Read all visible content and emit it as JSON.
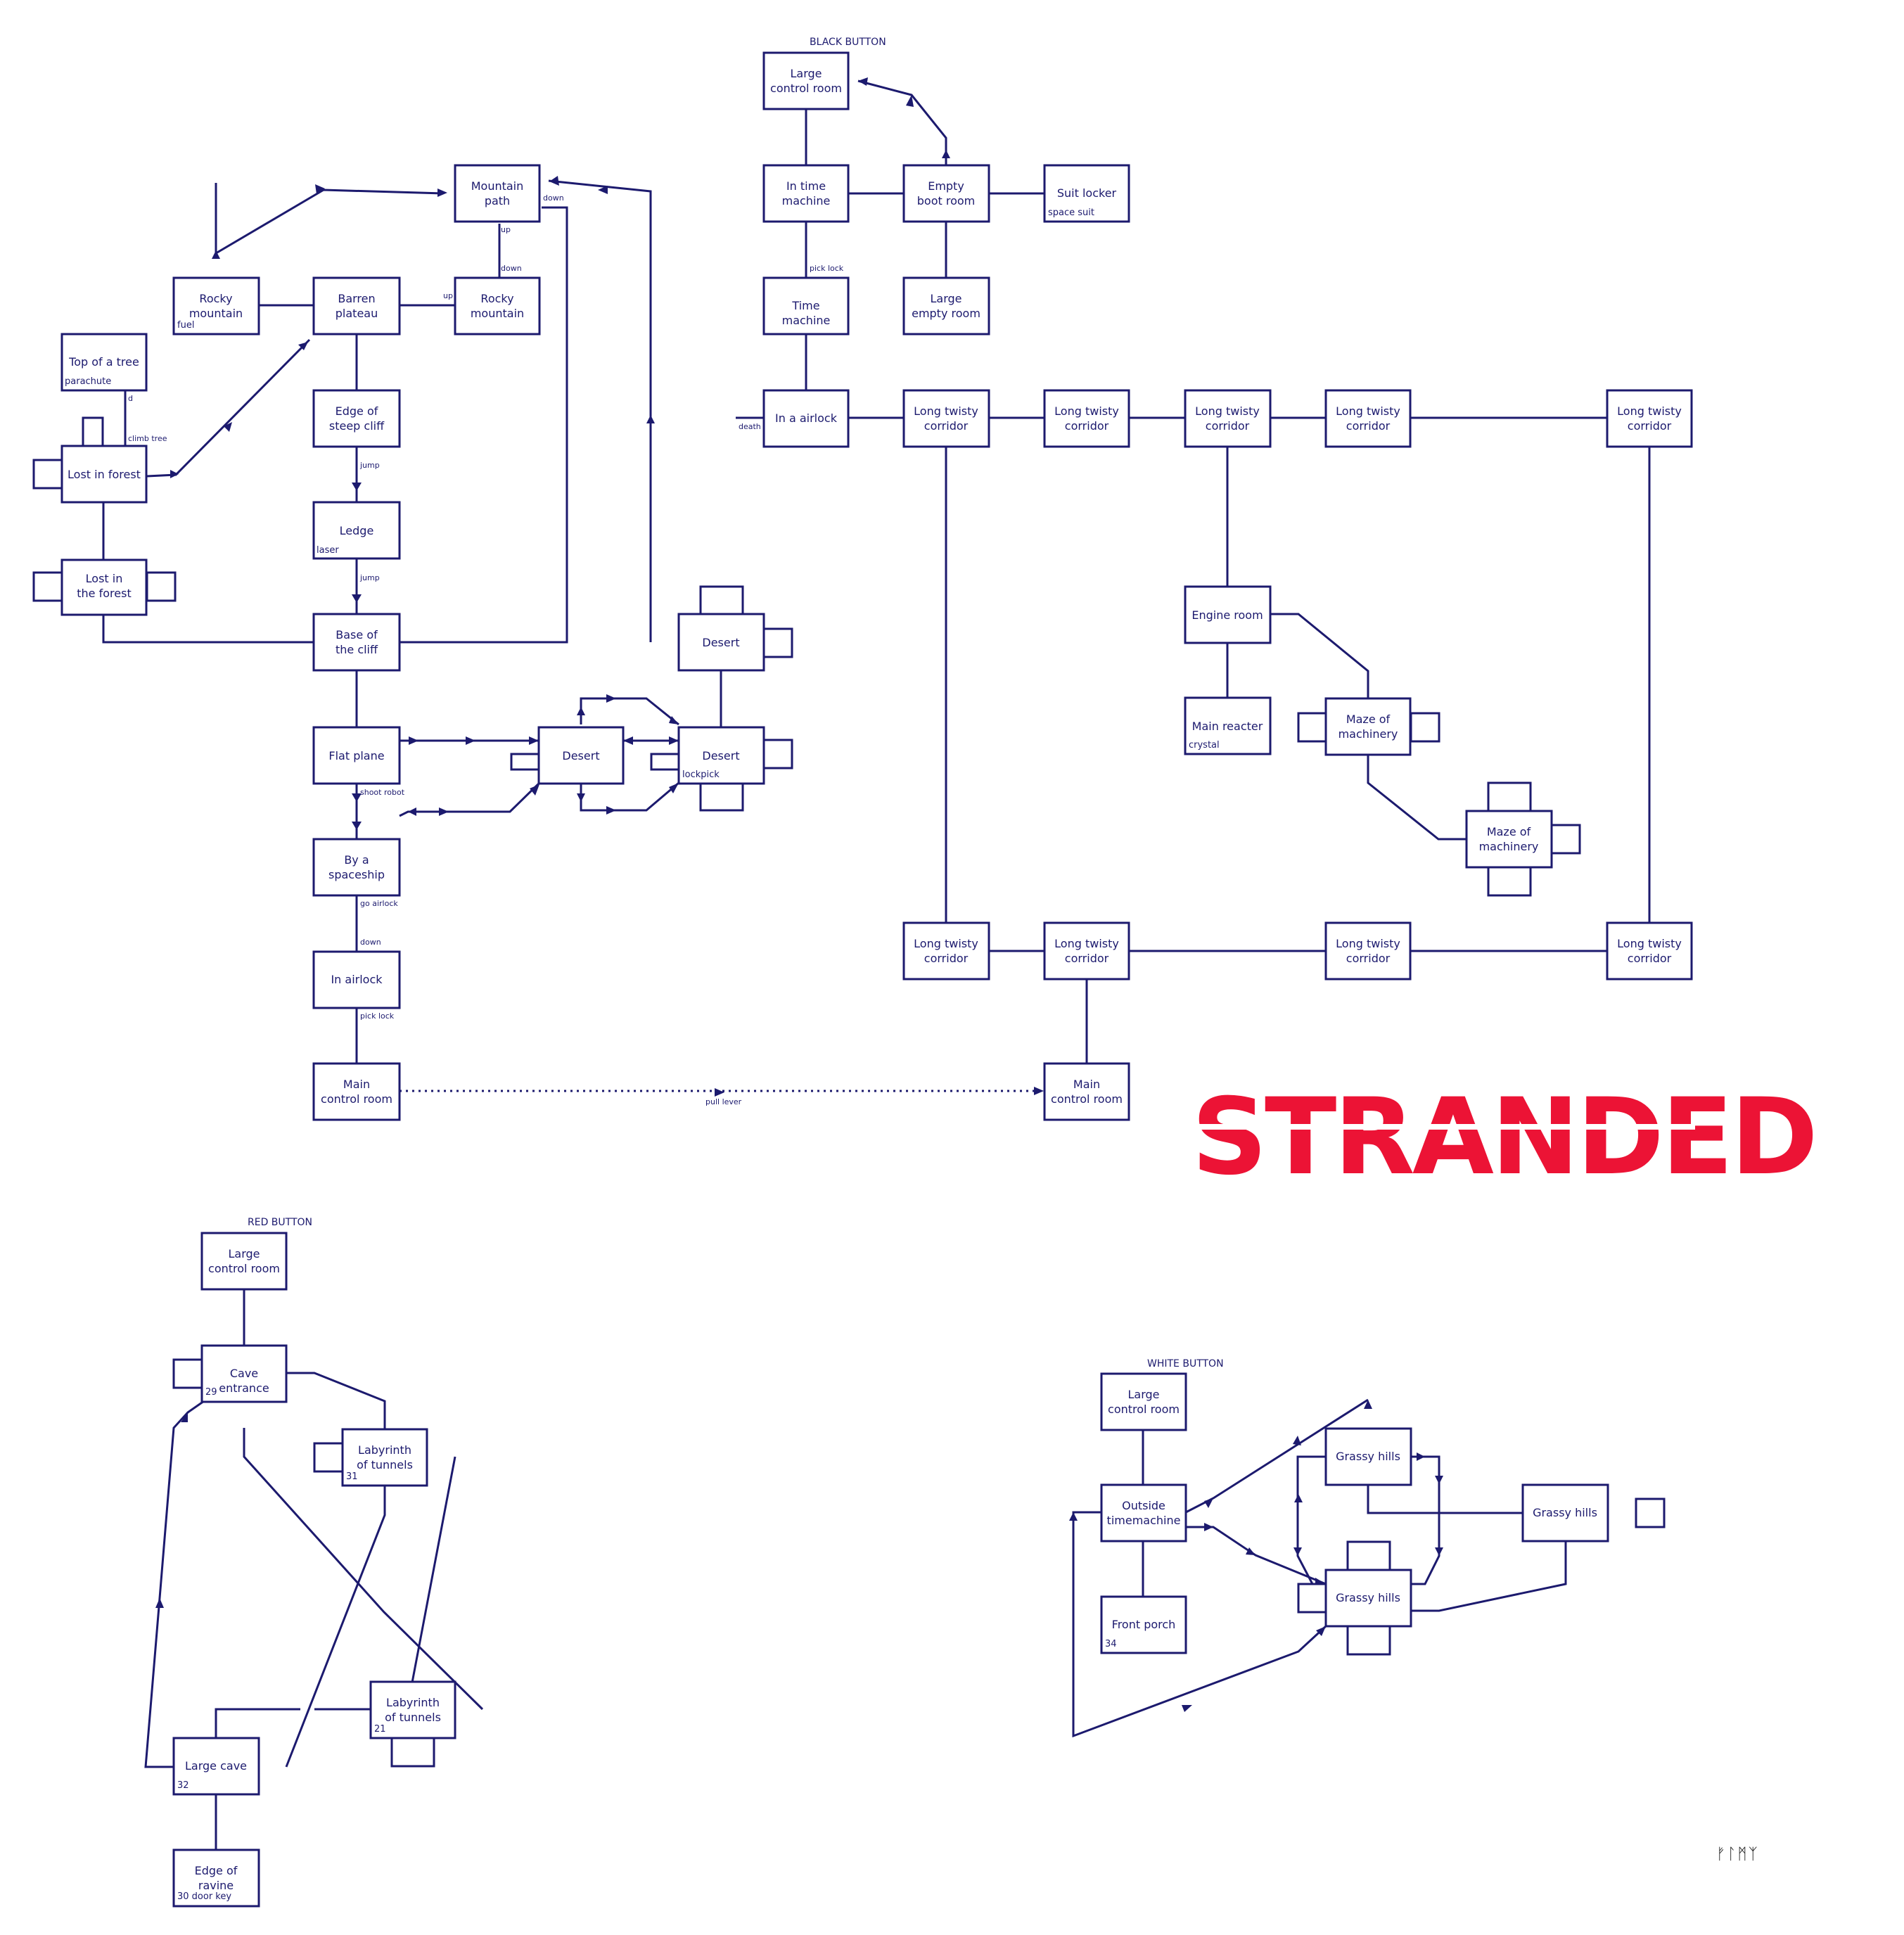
{
  "title": "STRANDED",
  "signature": "ᚠᛚᛗᛉ",
  "colors": {
    "ink": "#1c1a6e",
    "title": "#ec1335",
    "background": "#ffffff"
  },
  "sections": {
    "black": "BLACK BUTTON",
    "red": "RED BUTTON",
    "white": "WHITE BUTTON"
  },
  "rooms": {
    "mountain_path": "Mountain path",
    "rocky_mountain_1": "Rocky mountain",
    "barren_plateau": "Barren plateau",
    "rocky_mountain_2": "Rocky mountain",
    "top_of_tree": "Top of a tree",
    "lost_in_forest": "Lost in forest",
    "lost_in_the_forest": "Lost in the forest",
    "edge_of_cliff": "Edge of steep cliff",
    "ledge": "Ledge",
    "base_of_cliff": "Base of the cliff",
    "flat_plane": "Flat plane",
    "desert_1": "Desert",
    "desert_2": "Desert",
    "desert_3": "Desert",
    "by_spaceship": "By a spaceship",
    "in_airlock_left": "In airlock",
    "main_control_left": "Main control room",
    "large_control_black": "Large control room",
    "in_time_machine": "In time machine",
    "empty_boot_room": "Empty boot room",
    "suit_locker": "Suit locker",
    "time_machine": "Time machine",
    "large_empty_room": "Large empty room",
    "in_a_airlock": "In a airlock",
    "corridor_1": "Long twisty corridor",
    "corridor_2": "Long twisty corridor",
    "corridor_3": "Long twisty corridor",
    "corridor_4": "Long twisty corridor",
    "corridor_5": "Long twisty corridor",
    "engine_room": "Engine room",
    "main_reactor": "Main reacter",
    "maze_1": "Maze of machinery",
    "maze_2": "Maze of machinery",
    "corridor_6": "Long twisty corridor",
    "corridor_7": "Long twisty corridor",
    "corridor_8": "Long twisty corridor",
    "corridor_9": "Long twisty corridor",
    "main_control_right": "Main control room",
    "large_control_red": "Large control room",
    "cave_entrance": "Cave entrance",
    "labyrinth_1": "Labyrinth of tunnels",
    "labyrinth_2": "Labyrinth of tunnels",
    "large_cave": "Large cave",
    "edge_of_ravine": "Edge of ravine",
    "large_control_white": "Large control room",
    "outside_timemachine": "Outside timemachine",
    "front_porch": "Front porch",
    "grassy_hills_1": "Grassy hills",
    "grassy_hills_2": "Grassy hills",
    "grassy_hills_3": "Grassy hills"
  },
  "items": {
    "fuel": "fuel",
    "parachute": "parachute",
    "laser": "laser",
    "lockpick": "lockpick",
    "space_suit": "space suit",
    "crystal": "crystal",
    "cave_29": "29",
    "lab_31": "31",
    "lab_21": "21",
    "cave_32": "32",
    "door_key": "30 door key",
    "porch_34": "34"
  },
  "exits": {
    "down_mountain": "down",
    "up_mountain": "up",
    "down_rocky": "down",
    "up_plateau": "up",
    "d_tree": "d",
    "climb_tree": "climb tree",
    "jump_1": "jump",
    "jump_2": "jump",
    "shoot_robot": "shoot robot",
    "go_airlock": "go airlock",
    "down_airlock": "down",
    "pick_lock_1": "pick lock",
    "pull_lever": "pull lever",
    "pick_lock_2": "pick lock",
    "death": "death"
  }
}
